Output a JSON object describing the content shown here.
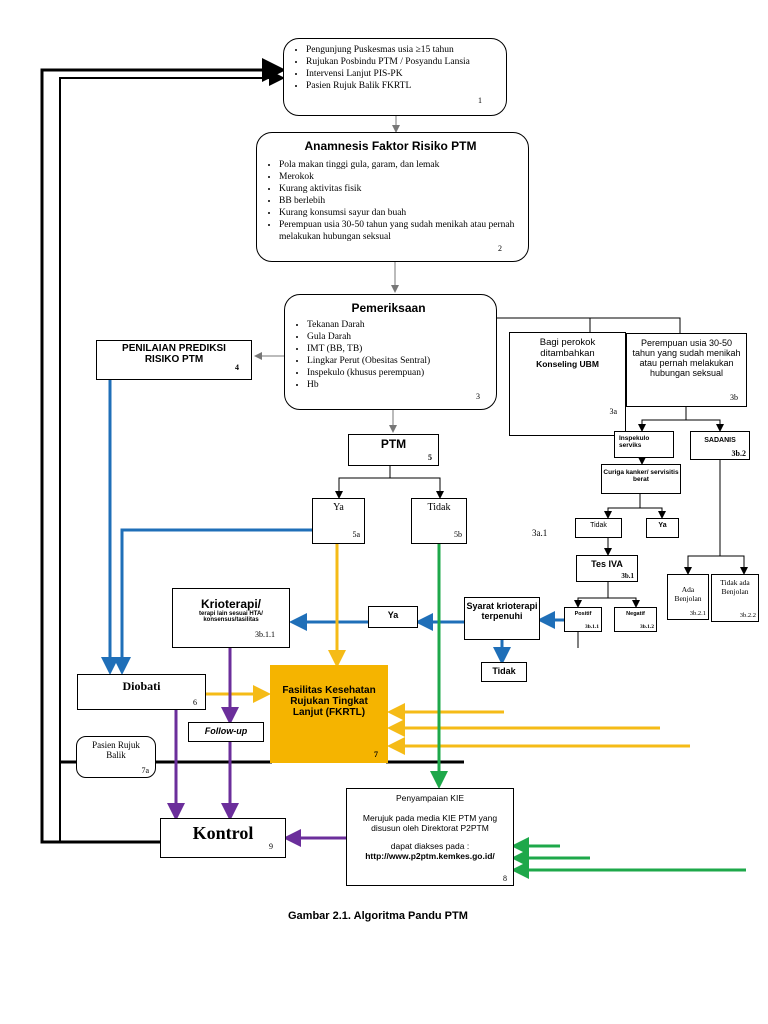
{
  "box1": {
    "items": [
      "Pengunjung Puskesmas usia ≥15 tahun",
      "Rujukan Posbindu PTM / Posyandu Lansia",
      "Intervensi Lanjut PIS-PK",
      "Pasien Rujuk Balik FKRTL"
    ],
    "num": "1"
  },
  "box2": {
    "title": "Anamnesis Faktor Risiko PTM",
    "items": [
      "Pola makan tinggi gula, garam, dan lemak",
      "Merokok",
      "Kurang aktivitas fisik",
      "BB berlebih",
      "Kurang konsumsi sayur dan buah",
      "Perempuan usia 30-50 tahun yang sudah menikah atau pernah melakukan hubungan seksual"
    ],
    "num": "2"
  },
  "box3": {
    "title": "Pemeriksaan",
    "items": [
      "Tekanan Darah",
      "Gula Darah",
      "IMT (BB, TB)",
      "Lingkar Perut (Obesitas Sentral)",
      "Inspekulo (khusus perempuan)",
      "Hb"
    ],
    "num": "3"
  },
  "box3a": {
    "line1": "Bagi perokok ditambahkan",
    "line2": "Konseling UBM",
    "num": "3a"
  },
  "box3b": {
    "text": "Perempuan usia 30-50 tahun yang sudah menikah atau pernah melakukan hubungan seksual",
    "num": "3b"
  },
  "box4": {
    "title": "PENILAIAN PREDIKSI RISIKO PTM",
    "num": "4"
  },
  "box5": {
    "title": "PTM",
    "num": "5"
  },
  "box5a": {
    "label": "Ya",
    "num": "5a"
  },
  "box5b": {
    "label": "Tidak",
    "num": "5b"
  },
  "inspekulo": {
    "label": "Inspekulo serviks"
  },
  "sadanis": {
    "label": "SADANIS",
    "num": "3b.2"
  },
  "curiga": {
    "label": "Curiga kanker/ servisitis berat"
  },
  "tidak_small": {
    "label": "Tidak"
  },
  "ya_small": {
    "label": "Ya"
  },
  "label_3a1": "3a.1",
  "tes_iva": {
    "label": "Tes IVA",
    "num": "3b.1"
  },
  "positif": {
    "label": "Positif",
    "num": "3b.1.1"
  },
  "negatif": {
    "label": "Negatif",
    "num": "3b.1.2"
  },
  "ada_benjolan": {
    "label": "Ada Benjolan",
    "num": "3b.2.1"
  },
  "tidak_benjolan": {
    "label": "Tidak ada Benjolan",
    "num": "3b.2.2"
  },
  "syarat": {
    "label": "Syarat krioterapi terpenuhi"
  },
  "ya_krio": {
    "label": "Ya"
  },
  "tidak_krio": {
    "label": "Tidak"
  },
  "krioterapi": {
    "title": "Krioterapi/",
    "sub": "terapi lain sesuai HTA/ konsensus/tasilitas",
    "num": "3b.1.1"
  },
  "diobati": {
    "label": "Diobati",
    "num": "6"
  },
  "fkrtl": {
    "text": "Fasilitas Kesehatan Rujukan Tingkat Lanjut (FKRTL)",
    "num": "7"
  },
  "followup": {
    "label": "Follow-up"
  },
  "pasien_rujuk": {
    "label": "Pasien Rujuk Balik",
    "num": "7a"
  },
  "kie": {
    "title": "Penyampaian KIE",
    "text": "Merujuk pada media KIE PTM yang disusun oleh Direktorat P2PTM",
    "sub": "dapat diakses pada :",
    "url": "http://www.p2ptm.kemkes.go.id/",
    "num": "8"
  },
  "kontrol": {
    "label": "Kontrol",
    "num": "9"
  },
  "caption": "Gambar 2.1. Algoritma Pandu PTM",
  "colors": {
    "blue": "#1f6fb8",
    "yellow": "#f5bb17",
    "green": "#1ea84a",
    "purple": "#6b2e9b",
    "fkrtl": "#f5b400",
    "grayArrow": "#777777"
  }
}
